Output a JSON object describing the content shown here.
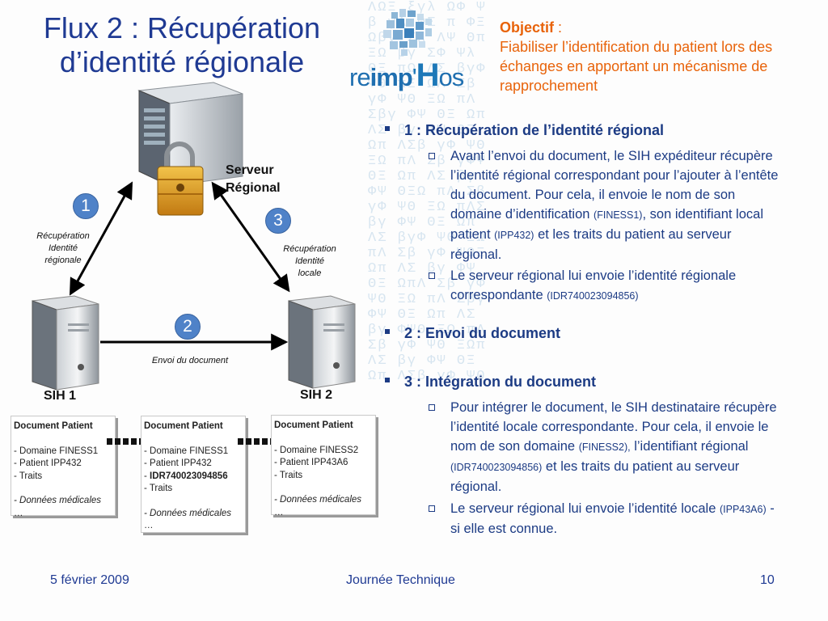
{
  "title": {
    "line1": "Flux 2 : Récupération",
    "line2": "d’identité régionale"
  },
  "logo": {
    "text": "reimp'Hos"
  },
  "objective": {
    "label": "Objectif",
    "colon": " :",
    "text": "Fiabiliser l’identification du patient lors des échanges en apportant un mécanisme de rapprochement"
  },
  "sections": [
    {
      "title": "1 : Récupération de l’identité régional",
      "items": [
        {
          "p1": "Avant l’envoi du document, le SIH expéditeur récupère l’identité régional correspondant pour l’ajouter à l’entête du document. Pour cela, il envoie le nom de son domaine d’identification",
          "s1": "(FINESS1)",
          "p2": ", son identifiant local patient",
          "s2": "(IPP432)",
          "p3": "et les traits du patient au serveur régional."
        },
        {
          "p1": "Le serveur régional lui envoie l’identité régionale correspondante",
          "s1": "(IDR740023094856)"
        }
      ]
    },
    {
      "title": "2 : Envoi du document"
    },
    {
      "title": "3 : Intégration du document",
      "items": [
        {
          "p1": "Pour intégrer le document, le SIH destinataire récupère l’identité locale correspondante. Pour cela, il envoie le nom de son domaine",
          "s1": "(FINESS2),",
          "p2": "l’identifiant régional",
          "s2": "(IDR740023094856)",
          "p3": "et les traits du patient au serveur régional."
        },
        {
          "p1": "Le serveur régional lui envoie l’identité locale",
          "s1": "(IPP43A6)",
          "p2": "- si elle est connue."
        }
      ]
    }
  ],
  "diagram": {
    "server_label": "Serveur\nRégional",
    "sih1": "SIH 1",
    "sih2": "SIH 2",
    "step1": "1",
    "step2": "2",
    "step3": "3",
    "edge1": "Récupération\nIdentité\nrégionale",
    "edge2": "Envoi du document",
    "edge3": "Récupération\nIdentité\nlocale"
  },
  "documents": [
    {
      "title": "Document Patient",
      "lines": [
        "- Domaine FINESS1",
        "- Patient IPP432",
        "- Traits"
      ],
      "data": "- Données médicales",
      "more": "…"
    },
    {
      "title": "Document Patient",
      "lines": [
        "- Domaine FINESS1",
        "- Patient IPP432"
      ],
      "idr_prefix": "- ",
      "idr": "IDR740023094856",
      "lines2": [
        "- Traits"
      ],
      "data": "- Données médicales",
      "more": "…"
    },
    {
      "title": "Document Patient",
      "lines": [
        "- Domaine FINESS2",
        "- Patient IPP43A6",
        "- Traits"
      ],
      "data": "- Données médicales",
      "more": "…"
    }
  ],
  "footer": {
    "date": "5 février 2009",
    "event": "Journée Technique",
    "page": "10"
  },
  "colors": {
    "title": "#1f3a93",
    "objective": "#e8630a",
    "bullets": "#1c3b84",
    "step_circle": "#4f82c8"
  }
}
